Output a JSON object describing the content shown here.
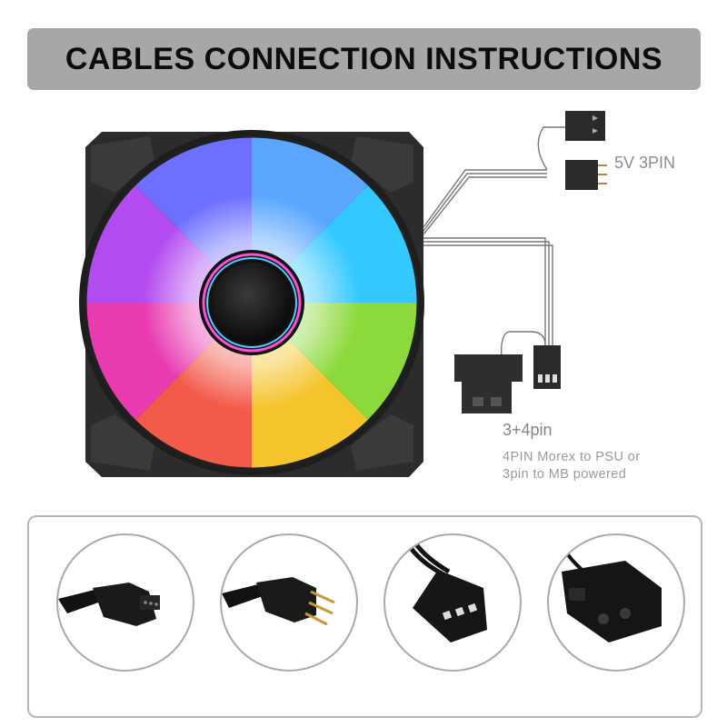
{
  "title": "CABLES CONNECTION INSTRUCTIONS",
  "labels": {
    "five_v_3pin": "5V 3PIN",
    "three_plus_four_pin": "3+4pin",
    "desc_line1": "4PIN Morex to PSU or",
    "desc_line2": "3pin to MB powered"
  },
  "connectors": [
    {
      "name": "5V 3PIN female connector",
      "icon": "rgb-3pin-female-icon"
    },
    {
      "name": "5V 3PIN male connector",
      "icon": "rgb-3pin-male-icon"
    },
    {
      "name": "3pin motherboard connector",
      "icon": "3pin-mb-connector-icon"
    },
    {
      "name": "4PIN Molex connector",
      "icon": "molex-4pin-icon"
    }
  ],
  "colors": {
    "title_bg": "#a7a7a7",
    "frame": "#2a2a2a",
    "label_gray": "#8d8d8d"
  }
}
